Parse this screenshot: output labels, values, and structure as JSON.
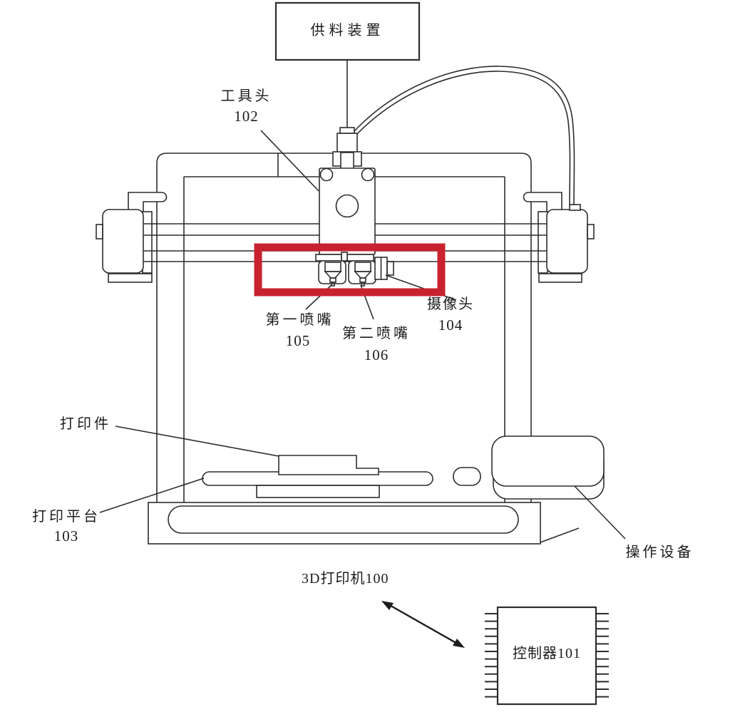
{
  "figure": {
    "title": "3D printer patent-style schematic",
    "type": "line-diagram"
  },
  "labels": {
    "feeder": {
      "text": "供料装置"
    },
    "tool_head": {
      "text": "工具头",
      "ref": "102"
    },
    "camera": {
      "text": "摄像头",
      "ref": "104"
    },
    "nozzle1": {
      "text": "第一喷嘴",
      "ref": "105"
    },
    "nozzle2": {
      "text": "第二喷嘴",
      "ref": "106"
    },
    "print_part": {
      "text": "打印件"
    },
    "platform": {
      "text": "打印平台",
      "ref": "103"
    },
    "operation_device": {
      "text": "操作设备"
    },
    "printer": {
      "text": "3D打印机100"
    },
    "controller": {
      "text": "控制器101"
    }
  },
  "highlight_box": {
    "meaning": "nozzle-and-camera region highlight",
    "color": "#c8222e"
  },
  "colors": {
    "line": "#2d2d2d",
    "background": "#ffffff",
    "highlight": "#c8222e"
  }
}
